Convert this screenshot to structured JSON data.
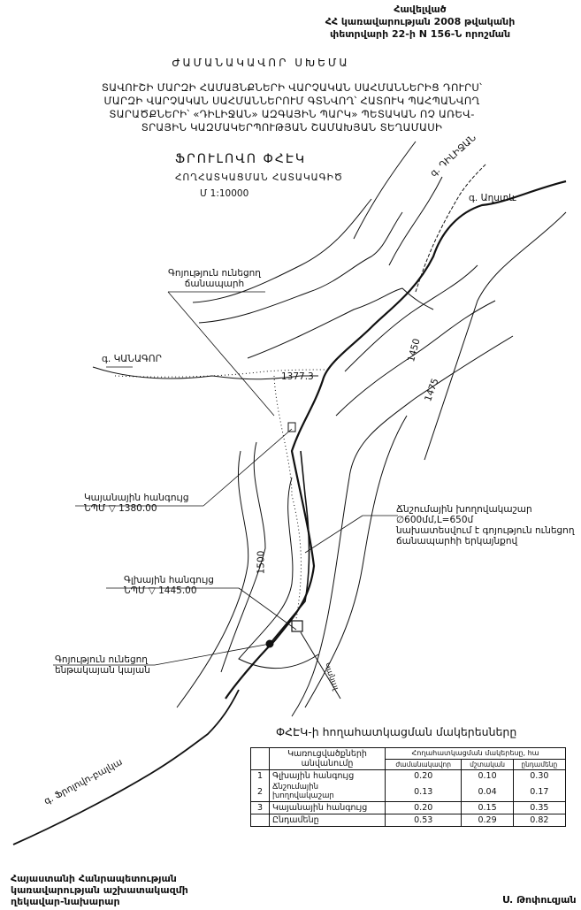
{
  "header": {
    "appendix_lines": [
      "Հավելված",
      "ՀՀ կառավարության 2008 թվականի",
      "փետրվարի 22-ի N 156-Ն որոշման"
    ],
    "title": "ԺԱՄԱՆԱԿԱՎՈՐ ՍԽԵՄԱ",
    "description_lines": [
      "ՏԱՎՈՒՇԻ ՄԱՐԶԻ ՀԱՄԱՅՆՔՆԵՐԻ ՎԱՐՉԱԿԱՆ ՍԱՀՄԱՆՆԵՐԻՑ ԴՈՒՐՍ՝",
      "ՄԱՐԶԻ ՎԱՐՉԱԿԱՆ ՍԱՀՄԱՆՆԵՐՈՒՄ ԳՏՆՎՈՂ՝ ՀԱՏՈՒԿ ՊԱՀՊԱՆՎՈՂ",
      "ՏԱՐԱԾՔՆԵՐԻ՝ «ԴԻԼԻՋԱՆ» ԱԶԳԱՅԻՆ ՊԱՐԿ» ՊԵՏԱԿԱՆ ՈՉ ԱՌԵՎ-",
      "ՏՐԱՅԻՆ ԿԱԶՄԱԿԵՐՊՈՒԹՅԱՆ ՇԱՄԱԽՅԱՆ ՏԵՂԱՄԱՍԻ"
    ],
    "plant_name": "ՖՐՈՒԼՈՎՈ ՓՀԷԿ",
    "plan_name": "ՀՈՂՀԱՏԿԱՑՄԱՆ ՀԱՏԱԿԱԳԻԾ",
    "scale": "Մ 1:10000"
  },
  "map": {
    "river_dilijan": "գ. ԴԻԼԻՋԱՆ",
    "river_aghstev": "գ. Աղստև",
    "river_kanagor": "գ. ԿԱՆԱԳՈՐ",
    "river_frolovo": "գ. Ֆրոլովո-բալկա",
    "existing_road": [
      "Գոյություն ունեցող",
      "ճանապարհ"
    ],
    "station_basin": [
      "Կայանային հանգույց",
      "ՆՊՄ ▽ 1380.00"
    ],
    "pressure_pipe": [
      "Ճնշումային խողովակաշար",
      "∅600մմ,L=650մ",
      "նախատեսվում է գոյություն ունեցող",
      "ճանապարհի երկայնքով"
    ],
    "head_node": [
      "Գլխային հանգույց",
      "ՆՊՄ ▽ 1445.00"
    ],
    "existing_substation": [
      "Գոյություն ունեցող",
      "ենթակայան կայան"
    ],
    "elev_point": "1377.3",
    "contour_1450": "1450",
    "contour_1475": "1475",
    "contour_1500": "1500",
    "canal": "Կանալ"
  },
  "table": {
    "title": "ՓՀԷԿ-ի հողահատկացման մակերեսները",
    "col_name": "Կառուցվածքների անվանումը",
    "col_group": "Հողահատկացման մակերեսը, հա",
    "col_temp": "ժամանակավոր",
    "col_perm": "մշտական",
    "col_total": "ընդամենը",
    "rows": [
      {
        "num": "1",
        "name": "Գլխային հանգույց",
        "temp": "0.20",
        "perm": "0.10",
        "total": "0.30"
      },
      {
        "num": "2",
        "name": "Ճնշումային խողովակաշար",
        "temp": "0.13",
        "perm": "0.04",
        "total": "0.17"
      },
      {
        "num": "3",
        "name": "Կայանային հանգույց",
        "temp": "0.20",
        "perm": "0.15",
        "total": "0.35"
      }
    ],
    "total": {
      "name": "Ընդամենը",
      "temp": "0.53",
      "perm": "0.29",
      "total": "0.82"
    }
  },
  "signature": {
    "lines": [
      "Հայաստանի Հանրապետության",
      "կառավարության աշխատակազմի",
      "ղեկավար-նախարար"
    ],
    "name": "Ս. Թոփուզյան"
  }
}
